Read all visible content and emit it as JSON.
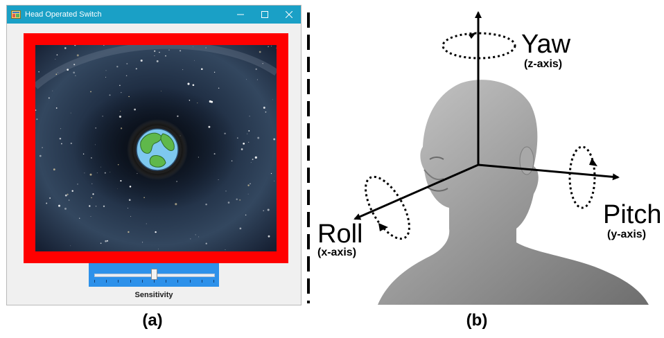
{
  "window": {
    "title": "Head Operated Switch",
    "controls": [
      "minimize-icon",
      "maximize-icon",
      "close-icon"
    ]
  },
  "slider": {
    "label": "Sensitivity",
    "value_fraction": 0.5,
    "tick_count": 11
  },
  "colors": {
    "titlebar": "#1aa0c6",
    "frame": "#ff0000",
    "slider_panel": "#2d91ea"
  },
  "captions": {
    "a": "(a)",
    "b": "(b)"
  },
  "axes": {
    "yaw": {
      "name": "Yaw",
      "axis": "(z-axis)"
    },
    "pitch": {
      "name": "Pitch",
      "axis": "(y-axis)"
    },
    "roll": {
      "name": "Roll",
      "axis": "(x-axis)"
    }
  }
}
